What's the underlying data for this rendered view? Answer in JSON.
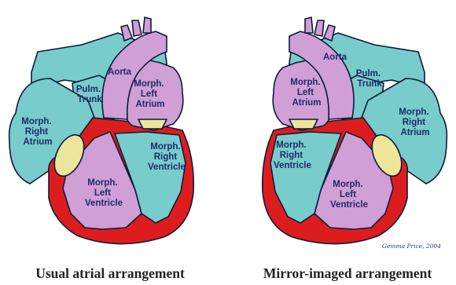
{
  "colors": {
    "teal": "#78cccc",
    "pink": "#cf9fd6",
    "red": "#dd1d1d",
    "valve": "#ede69a",
    "outline": "#0d1a3a",
    "text": "#1e2b66"
  },
  "left_heart": {
    "aorta": "Aorta",
    "pulm_trunk": [
      "Pulm.",
      "Trunk"
    ],
    "left_atrium": [
      "Morph.",
      "Left",
      "Atrium"
    ],
    "right_atrium": [
      "Morph.",
      "Right",
      "Atrium"
    ],
    "right_ventricle": [
      "Morph.",
      "Right",
      "Ventricle"
    ],
    "left_ventricle": [
      "Morph.",
      "Left",
      "Ventricle"
    ],
    "caption": "Usual atrial arrangement"
  },
  "right_heart": {
    "aorta": "Aorta",
    "pulm_trunk": [
      "Pulm.",
      "Trunk"
    ],
    "left_atrium": [
      "Morph.",
      "Left",
      "Atrium"
    ],
    "right_atrium": [
      "Morph.",
      "Right",
      "Atrium"
    ],
    "right_ventricle": [
      "Morph.",
      "Right",
      "Ventricle"
    ],
    "left_ventricle": [
      "Morph.",
      "Left",
      "Ventricle"
    ],
    "caption": "Mirror-imaged arrangement"
  },
  "signature": "Gemma Price, 2004"
}
